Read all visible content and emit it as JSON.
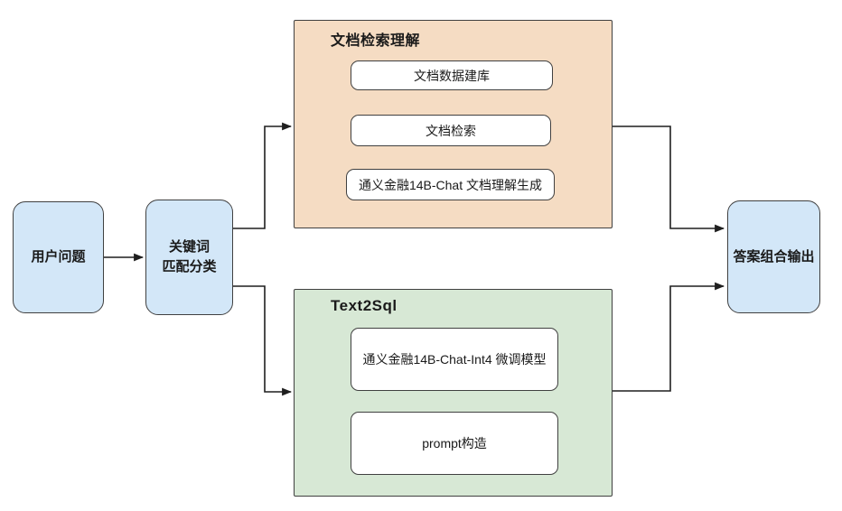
{
  "diagram": {
    "nodes": {
      "user_question": {
        "label": "用户问题"
      },
      "keyword_match": {
        "label": "关键词\n匹配分类"
      },
      "answer_output": {
        "label": "答案组合输出"
      }
    },
    "containers": {
      "doc_retrieval": {
        "title": "文档检索理解",
        "steps": [
          {
            "label": "文档数据建库"
          },
          {
            "label": "文档检索"
          },
          {
            "label": "通义金融14B-Chat 文档理解生成"
          }
        ]
      },
      "text2sql": {
        "title": "Text2Sql",
        "steps": [
          {
            "label": "通义金融14B-Chat-Int4 微调模型"
          },
          {
            "label": "prompt构造"
          }
        ]
      }
    },
    "colors": {
      "background": "#ffffff",
      "node_fill": "#d3e7f8",
      "doc_retrieval_fill": "#f5dcc3",
      "text2sql_fill": "#d7e8d5",
      "step_fill": "#ffffff",
      "border": "#404040",
      "line": "#1f1f1f"
    }
  }
}
